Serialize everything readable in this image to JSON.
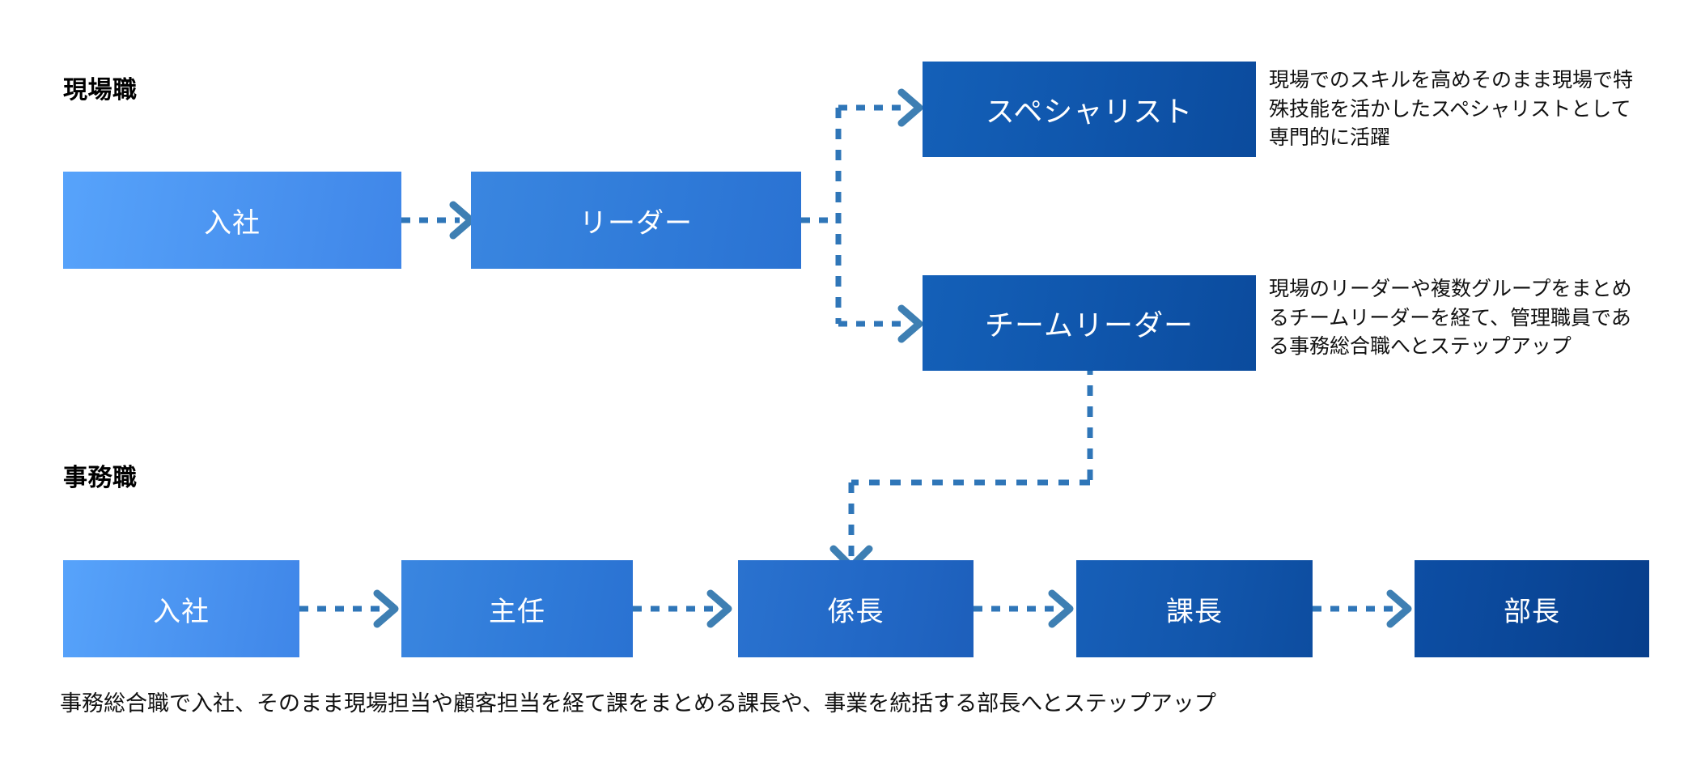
{
  "diagram": {
    "title_field_label": "現場職",
    "sections": [
      {
        "id": "field",
        "heading": "現場職",
        "boxes": [
          {
            "label": "入社",
            "tone": "light"
          },
          {
            "label": "リーダー",
            "tone": "mid"
          },
          {
            "label": "スペシャリスト",
            "tone": "dark"
          },
          {
            "label": "チームリーダー",
            "tone": "dark"
          }
        ],
        "descriptions": [
          {
            "for": "スペシャリスト",
            "text": "現場でのスキルを高めそのまま現場で特殊技能を活かしたスペシャリストとして専門的に活躍"
          },
          {
            "for": "チームリーダー",
            "text": "現場のリーダーや複数グループをまとめるチームリーダーを経て、管理職員である事務総合職へとステップアップ"
          }
        ]
      },
      {
        "id": "office",
        "heading": "事務職",
        "boxes": [
          {
            "label": "入社",
            "tone": "light"
          },
          {
            "label": "主任",
            "tone": "light-mid"
          },
          {
            "label": "係長",
            "tone": "mid"
          },
          {
            "label": "課長",
            "tone": "dark-mid"
          },
          {
            "label": "部長",
            "tone": "darkest"
          }
        ],
        "caption": "事務総合職で入社、そのまま現場担当や顧客担当を経て課をまとめる課長や、事業を統括する部長へとステップアップ"
      }
    ],
    "connectors": [
      {
        "from": "入社",
        "to": "リーダー",
        "style": "dotted-arrow"
      },
      {
        "from": "リーダー",
        "to": "スペシャリスト",
        "style": "dotted-elbow-arrow"
      },
      {
        "from": "リーダー",
        "to": "チームリーダー",
        "style": "dotted-elbow-arrow"
      },
      {
        "from": "チームリーダー",
        "to": "係長",
        "style": "dotted-elbow-arrow-down"
      },
      {
        "from": "入社",
        "to": "主任",
        "style": "dotted-arrow"
      },
      {
        "from": "主任",
        "to": "係長",
        "style": "dotted-arrow"
      },
      {
        "from": "係長",
        "to": "課長",
        "style": "dotted-arrow"
      },
      {
        "from": "課長",
        "to": "部長",
        "style": "dotted-arrow"
      }
    ],
    "colors": {
      "light_blue": "#57a3fb",
      "mid_blue": "#2f7ad8",
      "dark_blue": "#0f55ab",
      "darkest_blue": "#0a4697",
      "connector": "#2f76b8",
      "text_dark": "#111111",
      "background": "#ffffff"
    }
  }
}
